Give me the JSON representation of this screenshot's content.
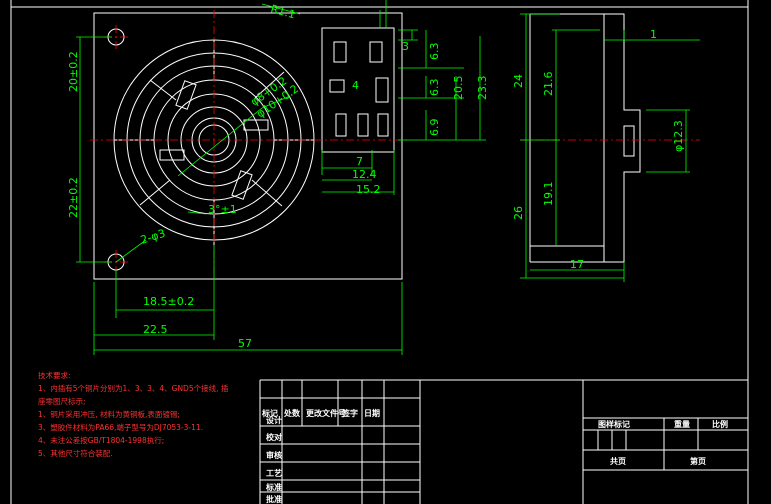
{
  "colors": {
    "background": "#000000",
    "outline": "#ffffff",
    "dimension": "#00ff00",
    "centerline": "#ff0000",
    "notes": "#ff3030"
  },
  "front_view": {
    "r_label": "R1.1",
    "dim_top": "20±0.2",
    "dim_bottom": "22±0.2",
    "hole_label": "2-φ3",
    "dia_a": "φ8+0.2",
    "dia_b": "φ10+0.2",
    "angle": "3°±1",
    "dim_18": "18.5±0.2",
    "dim_22": "22.5",
    "dim_57": "57"
  },
  "terminal_view": {
    "d3": "3",
    "d63a": "6.3",
    "d4": "4",
    "d63b": "6.3",
    "d205": "20.5",
    "d233": "23.3",
    "d69": "6.9",
    "d7": "7",
    "d124": "12.4",
    "d152": "15.2"
  },
  "side_view": {
    "d1": "1",
    "d24": "24",
    "d216": "21.6",
    "d123": "φ12.3",
    "d191": "19.1",
    "d26": "26",
    "d17": "17"
  },
  "notes": {
    "title": "技术要求:",
    "l1": "1、内插有5个铜片分别为1、3、3、4、GND5个接线, 插",
    "l2": "座零图尺标示;",
    "l3": "1、铜片采用冲压, 材料为黄铜板,表面镀锡;",
    "l4": "3、塑胶件材料为PA66,端子型号为DJ7053-3-11.",
    "l5": "4、未注公差按GB/T1804-1998执行;",
    "l6": "5、其他尺寸符合装配."
  },
  "title_block": {
    "h1": "标记",
    "h2": "处数",
    "h3": "更改文件号",
    "h4": "签字",
    "h5": "日期",
    "r1": "设计",
    "r2": "校对",
    "r3": "审核",
    "r4": "工艺",
    "r5": "标准",
    "r6": "批准",
    "s1": "图样标记",
    "s2": "重量",
    "s3": "比例",
    "s4": "共页",
    "s5": "第页"
  }
}
